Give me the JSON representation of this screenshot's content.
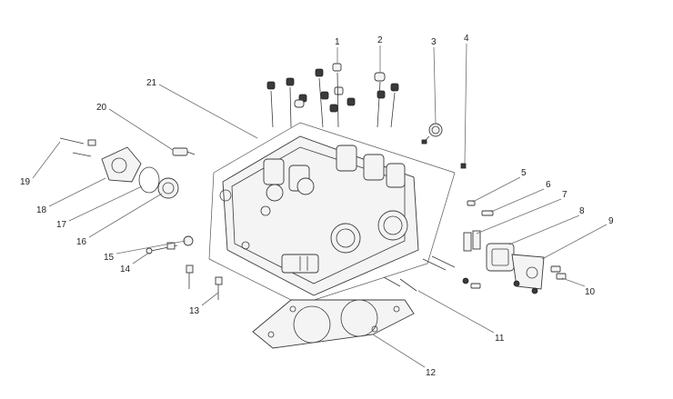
{
  "callouts": {
    "c1": "1",
    "c2": "2",
    "c3": "3",
    "c4": "4",
    "c5": "5",
    "c6": "6",
    "c7": "7",
    "c8": "8",
    "c9": "9",
    "c10": "10",
    "c11": "11",
    "c12": "12",
    "c13": "13",
    "c14": "14",
    "c15": "15",
    "c16": "16",
    "c17": "17",
    "c18": "18",
    "c19": "19",
    "c20": "20",
    "c21": "21"
  },
  "colors": {
    "line": "#3a3a3a",
    "leader": "#6d6d6d",
    "background": "#ffffff"
  }
}
